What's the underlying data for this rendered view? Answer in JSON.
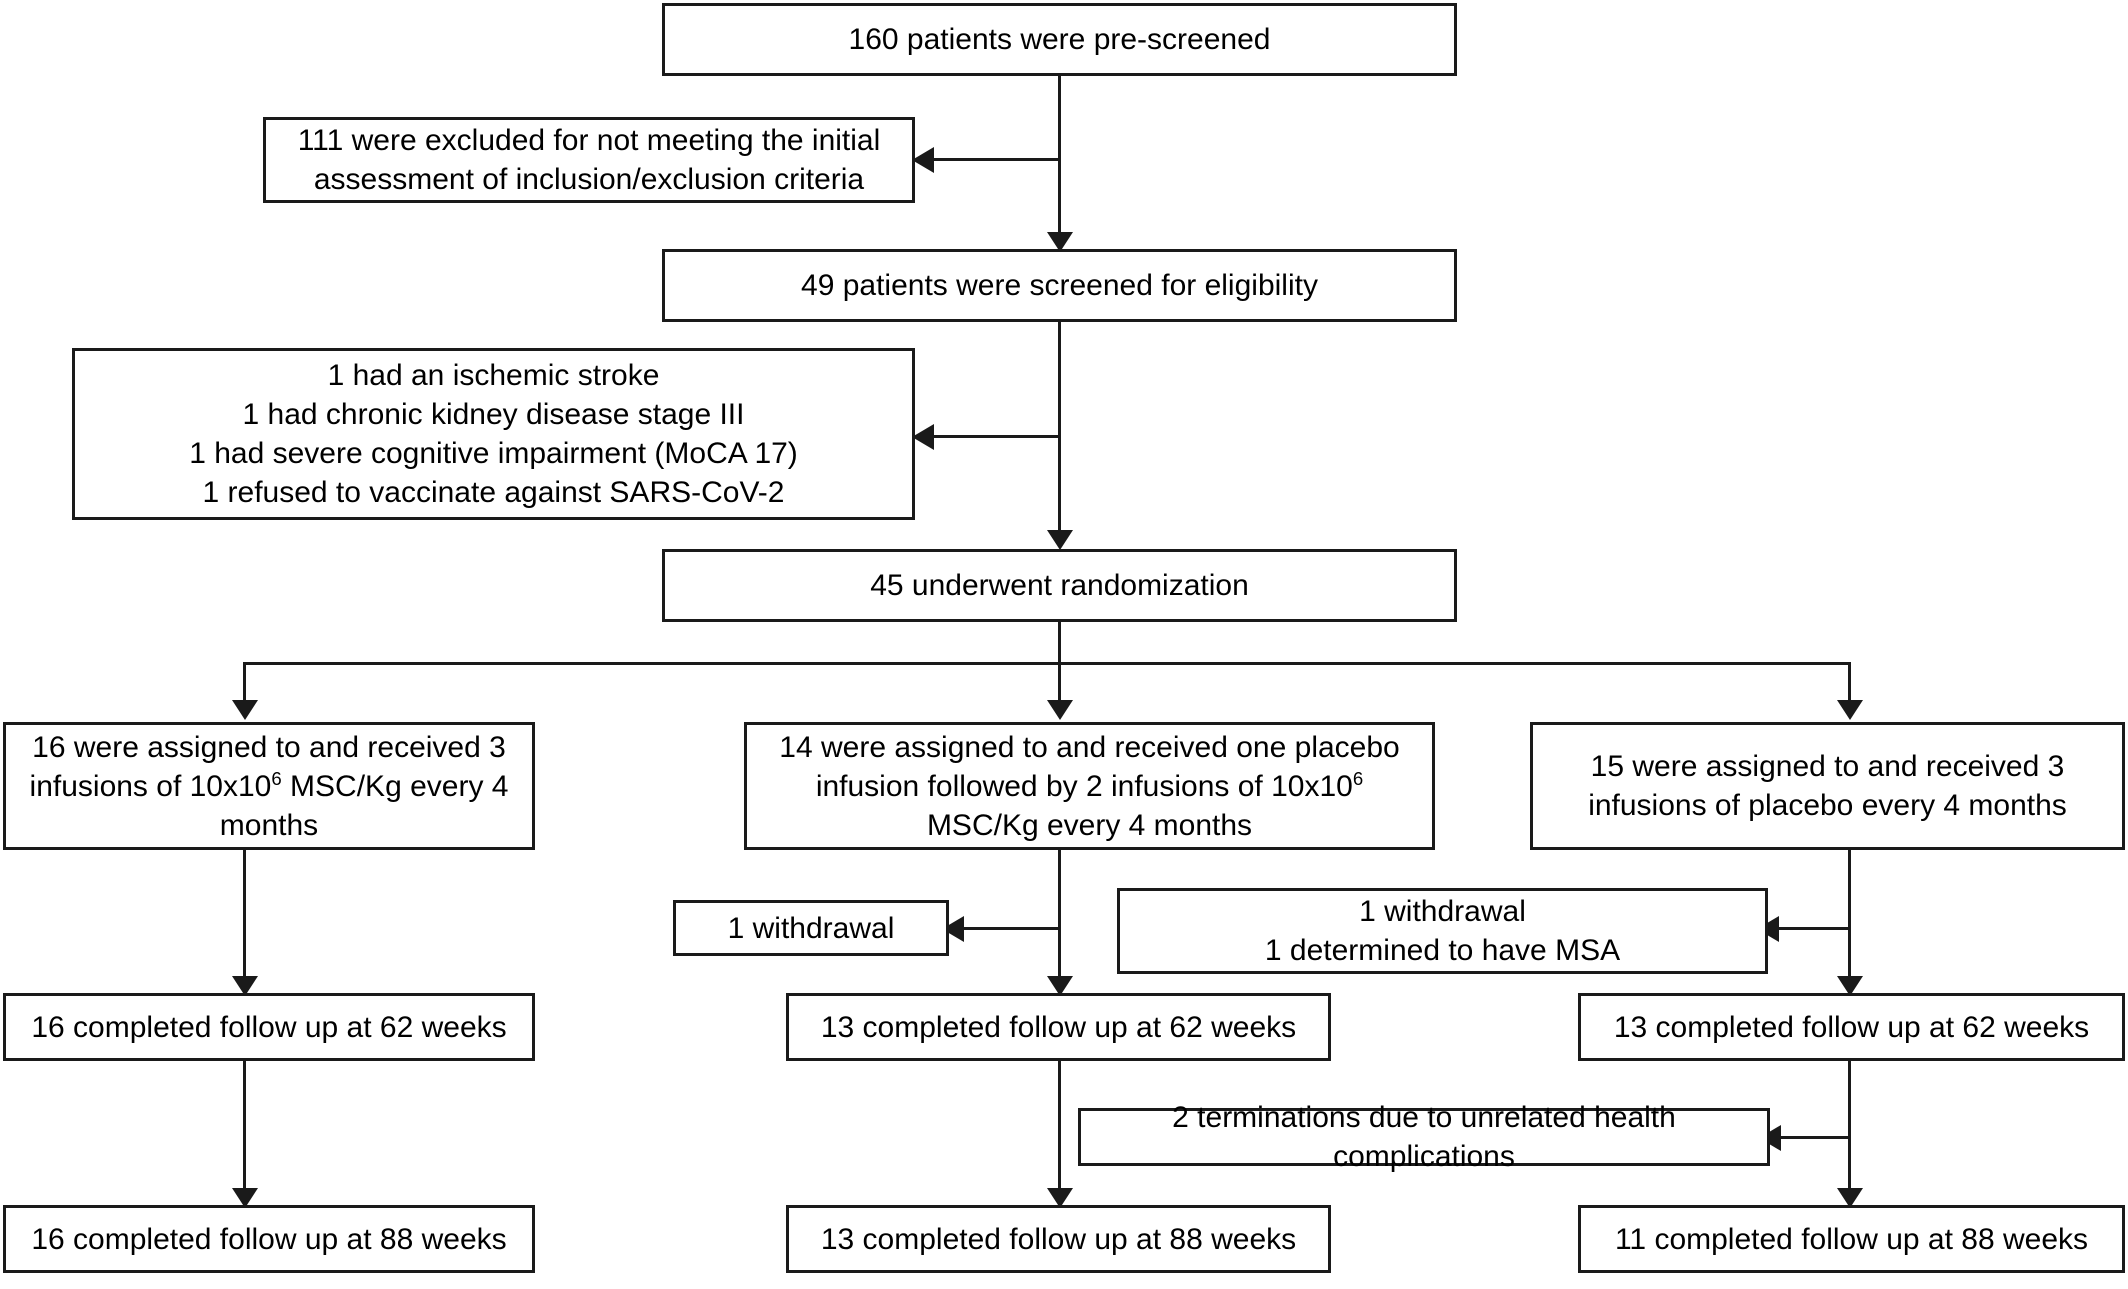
{
  "diagram": {
    "type": "consort-flow-diagram",
    "title": "CONSORT participant flow diagram",
    "colors": {
      "line": "#1a1a1a",
      "box_border": "#1a1a1a",
      "background": "#ffffff",
      "text": "#000000"
    },
    "nodes": {
      "pre_screened": {
        "label": "160 patients were pre-screened",
        "count": 160
      },
      "excluded_initial": {
        "lines": [
          "111 were excluded for not meeting the initial",
          "assessment of inclusion/exclusion criteria"
        ],
        "count": 111
      },
      "screened_eligibility": {
        "label": "49 patients were screened for eligibility",
        "count": 49
      },
      "excluded_detail": {
        "lines": [
          "1 had an ischemic stroke",
          "1 had chronic kidney disease stage III",
          "1 had severe cognitive impairment (MoCA 17)",
          "1 refused to vaccinate against SARS-CoV-2"
        ],
        "count": 4
      },
      "randomized": {
        "label": "45 underwent randomization",
        "count": 45
      },
      "arm_left": {
        "lines_html": [
          "16 were assigned to and received 3",
          "infusions of 10x10<sup>6</sup> MSC/Kg every 4",
          "months"
        ],
        "count": 16
      },
      "arm_middle": {
        "lines_html": [
          "14 were assigned to and received one placebo",
          "infusion followed by 2 infusions of 10x10<sup>6</sup>",
          "MSC/Kg every 4 months"
        ],
        "count": 14
      },
      "arm_right": {
        "lines_html": [
          "15 were assigned to and received 3",
          "infusions of placebo every 4 months"
        ],
        "count": 15
      },
      "withdrawal_middle": {
        "label": "1 withdrawal",
        "count": 1
      },
      "withdrawal_right": {
        "lines": [
          "1 withdrawal",
          "1 determined to have MSA"
        ],
        "count": 2
      },
      "followup62_left": {
        "label": "16 completed follow up at 62 weeks",
        "count": 16
      },
      "followup62_middle": {
        "label": "13 completed follow up at 62 weeks",
        "count": 13
      },
      "followup62_right": {
        "label": "13 completed follow up at 62 weeks",
        "count": 13
      },
      "terminations": {
        "label": "2 terminations due to unrelated health complications",
        "count": 2
      },
      "followup88_left": {
        "label": "16 completed follow up at 88 weeks",
        "count": 16
      },
      "followup88_middle": {
        "label": "13 completed follow up at 88 weeks",
        "count": 13
      },
      "followup88_right": {
        "label": "11 completed follow up at 88 weeks",
        "count": 11
      }
    }
  }
}
